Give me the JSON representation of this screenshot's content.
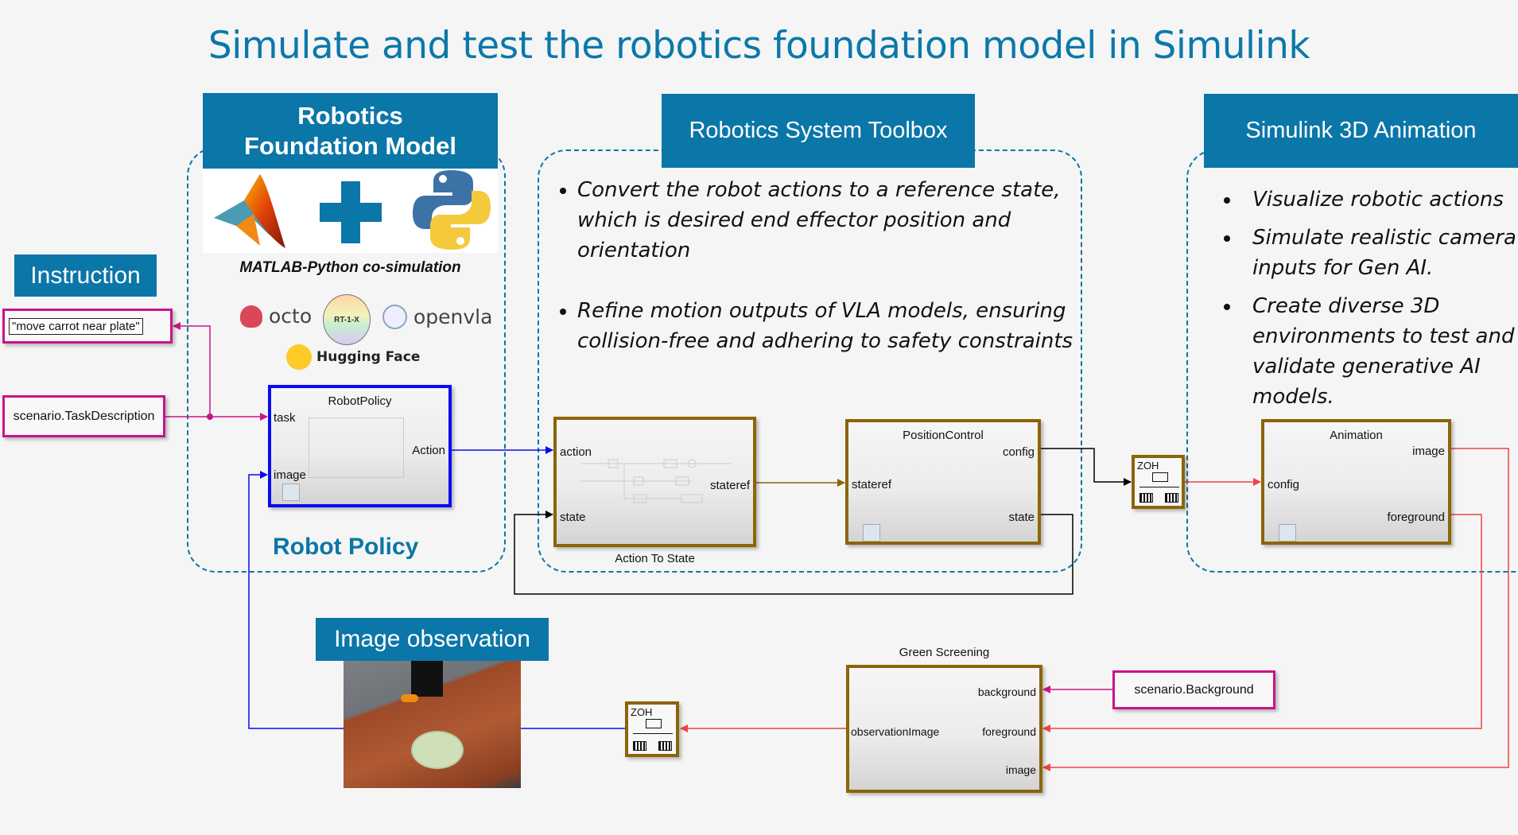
{
  "title": "Simulate and test the robotics foundation model in Simulink",
  "sections": {
    "foundation_model": {
      "banner": "Robotics Foundation Model",
      "cosim_caption": "MATLAB-Python co-simulation",
      "logos": {
        "matlab": "MATLAB",
        "python": "Python",
        "octo": "octo",
        "rt1x": "RT-1-X",
        "openvla": "openvla",
        "hugging_face": "Hugging Face"
      },
      "footer_label": "Robot Policy"
    },
    "system_toolbox": {
      "banner": "Robotics System Toolbox",
      "bullets": [
        "Convert the robot actions to a reference state, which is desired end effector position and orientation",
        "Refine motion outputs of VLA models, ensuring collision-free and adhering to safety constraints"
      ]
    },
    "animation": {
      "banner": "Simulink 3D Animation",
      "bullets": [
        "Visualize robotic actions",
        "Simulate realistic camera inputs for Gen AI.",
        "Create diverse 3D environments to test and validate generative AI models."
      ]
    },
    "instruction": {
      "banner": "Instruction",
      "display_value": "\"move carrot near plate\"",
      "source": "scenario.TaskDescription"
    },
    "image_observation": {
      "banner": "Image observation"
    }
  },
  "blocks": {
    "robot_policy": {
      "name": "RobotPolicy",
      "inputs": [
        "task",
        "image"
      ],
      "outputs": [
        "Action"
      ]
    },
    "action_to_state": {
      "name": "Action To State",
      "inputs": [
        "action",
        "state"
      ],
      "outputs": [
        "stateref"
      ]
    },
    "position_control": {
      "name": "PositionControl",
      "inputs": [
        "stateref"
      ],
      "outputs": [
        "config",
        "state"
      ]
    },
    "zoh_1": {
      "name": "ZOH"
    },
    "animation": {
      "name": "Animation",
      "inputs": [
        "config"
      ],
      "outputs": [
        "image",
        "foreground"
      ]
    },
    "green_screening": {
      "name": "Green Screening",
      "inputs": [
        "background",
        "foreground",
        "image"
      ],
      "outputs": [
        "observationImage"
      ]
    },
    "zoh_2": {
      "name": "ZOH"
    },
    "background_source": {
      "name": "scenario.Background"
    }
  },
  "colors": {
    "accent": "#0b76a8",
    "signal_task": "#c8148c",
    "signal_action": "#0b0bf0",
    "signal_state": "#000000",
    "signal_stateref": "#8b6508",
    "signal_image": "#ee4444",
    "block_border": "#8b6508"
  }
}
